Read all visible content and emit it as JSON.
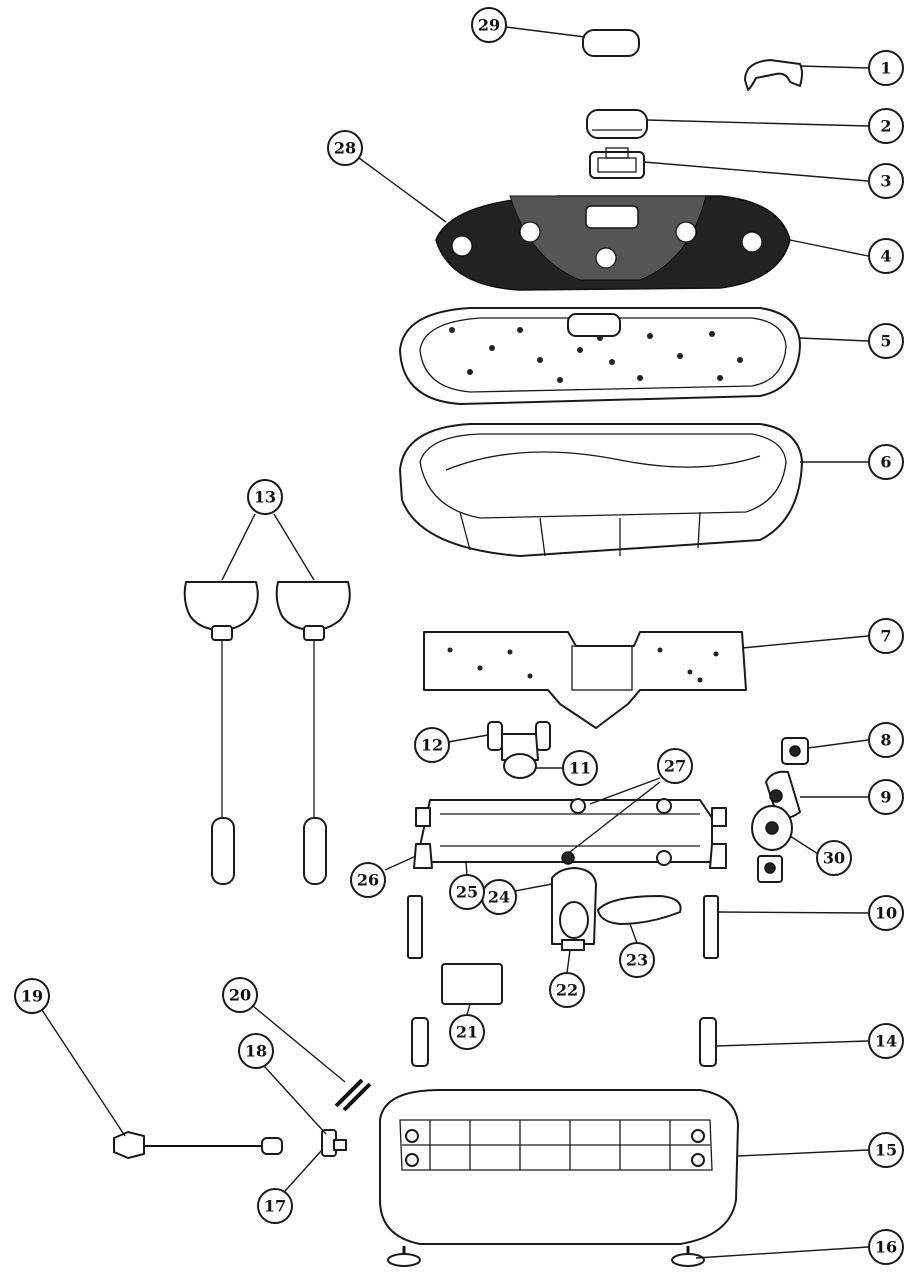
{
  "callouts": [
    {
      "label": "1"
    },
    {
      "label": "2"
    },
    {
      "label": "3"
    },
    {
      "label": "4"
    },
    {
      "label": "5"
    },
    {
      "label": "6"
    },
    {
      "label": "7"
    },
    {
      "label": "8"
    },
    {
      "label": "9"
    },
    {
      "label": "10"
    },
    {
      "label": "11"
    },
    {
      "label": "12"
    },
    {
      "label": "13"
    },
    {
      "label": "14"
    },
    {
      "label": "15"
    },
    {
      "label": "16"
    },
    {
      "label": "17"
    },
    {
      "label": "18"
    },
    {
      "label": "19"
    },
    {
      "label": "20"
    },
    {
      "label": "21"
    },
    {
      "label": "22"
    },
    {
      "label": "23"
    },
    {
      "label": "24"
    },
    {
      "label": "25"
    },
    {
      "label": "26"
    },
    {
      "label": "27"
    },
    {
      "label": "28"
    },
    {
      "label": "29"
    },
    {
      "label": "30"
    }
  ]
}
